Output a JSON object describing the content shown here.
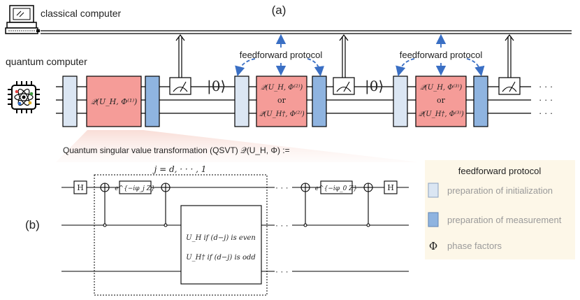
{
  "part_a_label": "(a)",
  "part_b_label": "(b)",
  "classical_computer_label": "classical computer",
  "quantum_computer_label": "quantum computer",
  "feedforward_label_1": "feedforward protocol",
  "feedforward_label_2": "feedforward protocol",
  "ket_zero": "|0⟩",
  "gate_q1": "𝒬(U_H, Φ⁽¹⁾)",
  "gate_q2_top": "𝒬(U_H, Φ⁽²⁾)",
  "gate_or": "or",
  "gate_q2_bottom": "𝒬(U_H†, Φ⁽²⁾)",
  "gate_q3_top": "𝒬(U_H, Φ⁽³⁾)",
  "gate_q3_bottom": "𝒬(U_H†, Φ⁽³⁾)",
  "ellipsis": "· · ·",
  "qsvt_title": "Quantum singular value transformation (QSVT)  𝒬(U_H, Φ) :=",
  "loop_label": "j = d, · · · , 1",
  "hadamard": "H",
  "phase_gate_j": "e^{−iφ_j Z}",
  "phase_gate_0": "e^{−iφ_0 Z}",
  "ctrl_line1": "U_H  if (d−j) is even",
  "ctrl_line2": "U_H†  if (d−j) is odd",
  "legend": {
    "title": "feedforward protocol",
    "init": "preparation of initialization",
    "meas": "preparation of measurement",
    "phase_symbol": "Φ",
    "phase": "phase factors"
  },
  "colors": {
    "init_box": "#dbe6f3",
    "meas_box": "#8fb4e0",
    "q_box": "#f59c98",
    "arrow": "#3a6fc4",
    "legend_bg": "#fdf7e8"
  }
}
